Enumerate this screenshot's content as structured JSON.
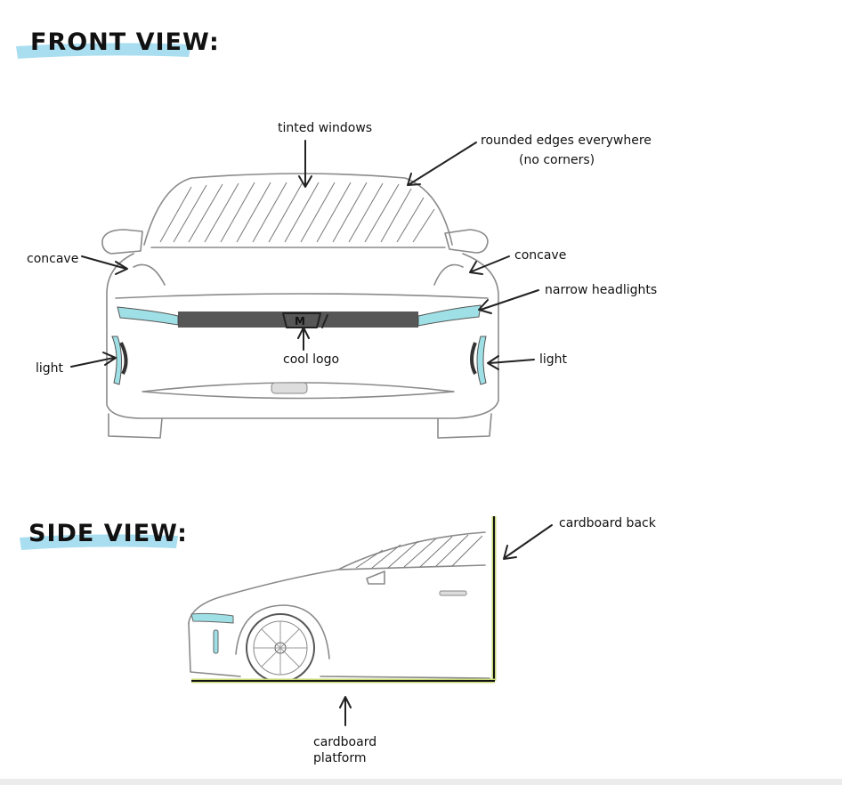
{
  "front_view": {
    "title": "FRONT VIEW:",
    "logo_letter": "M",
    "labels": {
      "tinted_windows": "tinted windows",
      "rounded_edges_line1": "rounded edges everywhere",
      "rounded_edges_line2": "(no corners)",
      "concave_left": "concave",
      "concave_right": "concave",
      "narrow_headlights": "narrow headlights",
      "cool_logo": "cool logo",
      "light_left": "light",
      "light_right": "light"
    }
  },
  "side_view": {
    "title": "SIDE VIEW:",
    "labels": {
      "cardboard_back": "cardboard back",
      "cardboard_platform_line1": "cardboard",
      "cardboard_platform_line2": "platform"
    }
  },
  "colors": {
    "highlight": "#a9def0",
    "light_accent": "#9fe0e6",
    "ink": "#111111",
    "pencil": "#8a8a8a",
    "cardboard_edge": "#c7d97a"
  }
}
